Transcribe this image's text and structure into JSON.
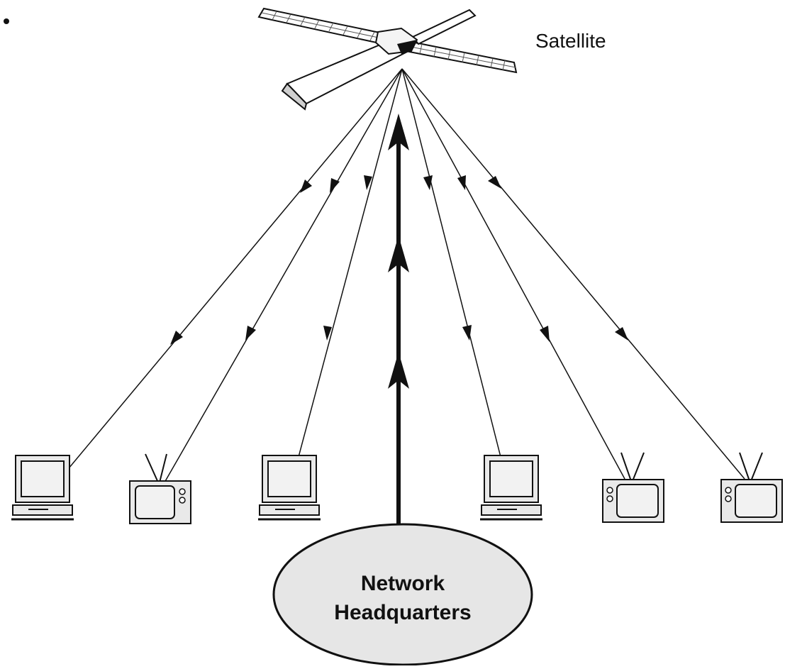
{
  "diagram": {
    "satellite": {
      "label": "Satellite",
      "icon": "satellite-icon"
    },
    "headquarters": {
      "label_line1": "Network",
      "label_line2": "Headquarters",
      "fill": "#e6e6e6"
    },
    "uplink": {
      "direction": "up",
      "from": "headquarters",
      "to": "satellite"
    },
    "receivers": [
      {
        "type": "computer",
        "icon": "computer-icon"
      },
      {
        "type": "television",
        "icon": "television-icon"
      },
      {
        "type": "computer",
        "icon": "computer-icon"
      },
      {
        "type": "computer",
        "icon": "computer-icon"
      },
      {
        "type": "television",
        "icon": "television-icon"
      },
      {
        "type": "television",
        "icon": "television-icon"
      }
    ],
    "downlink": {
      "direction": "down",
      "from": "satellite",
      "to": "receivers"
    },
    "colors": {
      "line": "#111111",
      "device_fill": "#e9e9e9",
      "ellipse_fill": "#e6e6e6"
    }
  }
}
